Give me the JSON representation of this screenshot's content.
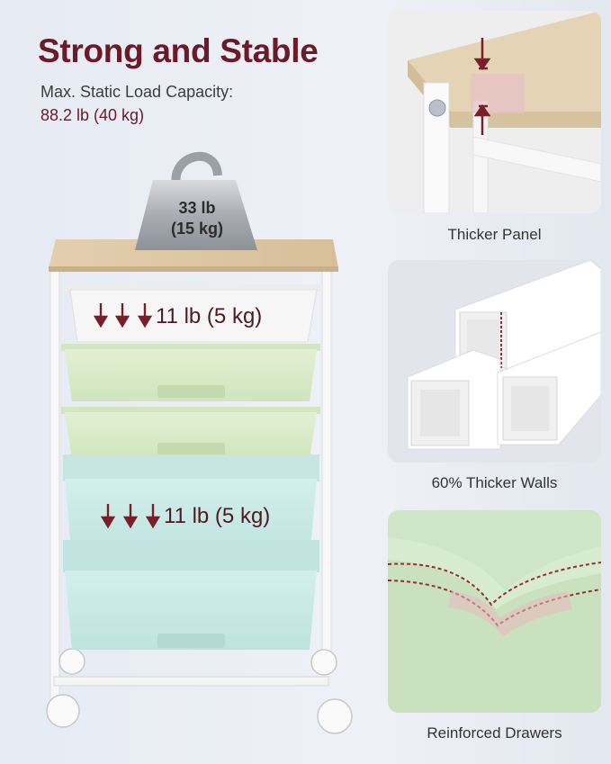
{
  "headline": "Strong and Stable",
  "capacity": {
    "label": "Max. Static Load Capacity:",
    "value": "88.2 lb (40 kg)"
  },
  "weight_block": {
    "line1": "33 lb",
    "line2": "(15 kg)"
  },
  "drawer_loads": {
    "top": "11 lb (5 kg)",
    "bottom": "11 lb (5 kg)"
  },
  "features": [
    {
      "caption": "Thicker Panel"
    },
    {
      "caption": "60% Thicker Walls"
    },
    {
      "caption": "Reinforced Drawers"
    }
  ],
  "colors": {
    "accent": "#6b1a28",
    "wood": "#dcc7a6",
    "white_drawer": "#f4f4f4",
    "green_drawer": "#d9ecc9",
    "mint_drawer": "#c7e9e6"
  }
}
